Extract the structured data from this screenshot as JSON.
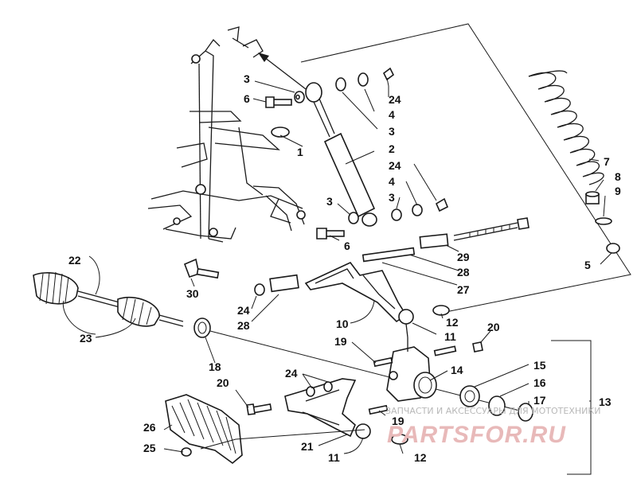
{
  "watermark": {
    "tagline": "ЗАПЧАСТИ И АКСЕССУАРЫ ДЛЯ МОТОТЕХНИКИ",
    "logo_text": "PARTSFOR.RU"
  },
  "callouts": [
    {
      "id": "c3a",
      "label": "3"
    },
    {
      "id": "c6a",
      "label": "6"
    },
    {
      "id": "c1",
      "label": "1"
    },
    {
      "id": "c24a",
      "label": "24"
    },
    {
      "id": "c4a",
      "label": "4"
    },
    {
      "id": "c3b",
      "label": "3"
    },
    {
      "id": "c2",
      "label": "2"
    },
    {
      "id": "c24b",
      "label": "24"
    },
    {
      "id": "c4b",
      "label": "4"
    },
    {
      "id": "c3c",
      "label": "3"
    },
    {
      "id": "c3d",
      "label": "3"
    },
    {
      "id": "c6b",
      "label": "6"
    },
    {
      "id": "c7",
      "label": "7"
    },
    {
      "id": "c8",
      "label": "8"
    },
    {
      "id": "c9",
      "label": "9"
    },
    {
      "id": "c5",
      "label": "5"
    },
    {
      "id": "c29",
      "label": "29"
    },
    {
      "id": "c28a",
      "label": "28"
    },
    {
      "id": "c27",
      "label": "27"
    },
    {
      "id": "c22",
      "label": "22"
    },
    {
      "id": "c30",
      "label": "30"
    },
    {
      "id": "c24c",
      "label": "24"
    },
    {
      "id": "c28b",
      "label": "28"
    },
    {
      "id": "c23",
      "label": "23"
    },
    {
      "id": "c10",
      "label": "10"
    },
    {
      "id": "c12a",
      "label": "12"
    },
    {
      "id": "c11a",
      "label": "11"
    },
    {
      "id": "c20a",
      "label": "20"
    },
    {
      "id": "c19a",
      "label": "19"
    },
    {
      "id": "c18",
      "label": "18"
    },
    {
      "id": "c14",
      "label": "14"
    },
    {
      "id": "c15",
      "label": "15"
    },
    {
      "id": "c16",
      "label": "16"
    },
    {
      "id": "c17",
      "label": "17"
    },
    {
      "id": "c13",
      "label": "13"
    },
    {
      "id": "c24d",
      "label": "24"
    },
    {
      "id": "c20b",
      "label": "20"
    },
    {
      "id": "c19b",
      "label": "19"
    },
    {
      "id": "c26",
      "label": "26"
    },
    {
      "id": "c21",
      "label": "21"
    },
    {
      "id": "c25",
      "label": "25"
    },
    {
      "id": "c11b",
      "label": "11"
    },
    {
      "id": "c12b",
      "label": "12"
    }
  ]
}
